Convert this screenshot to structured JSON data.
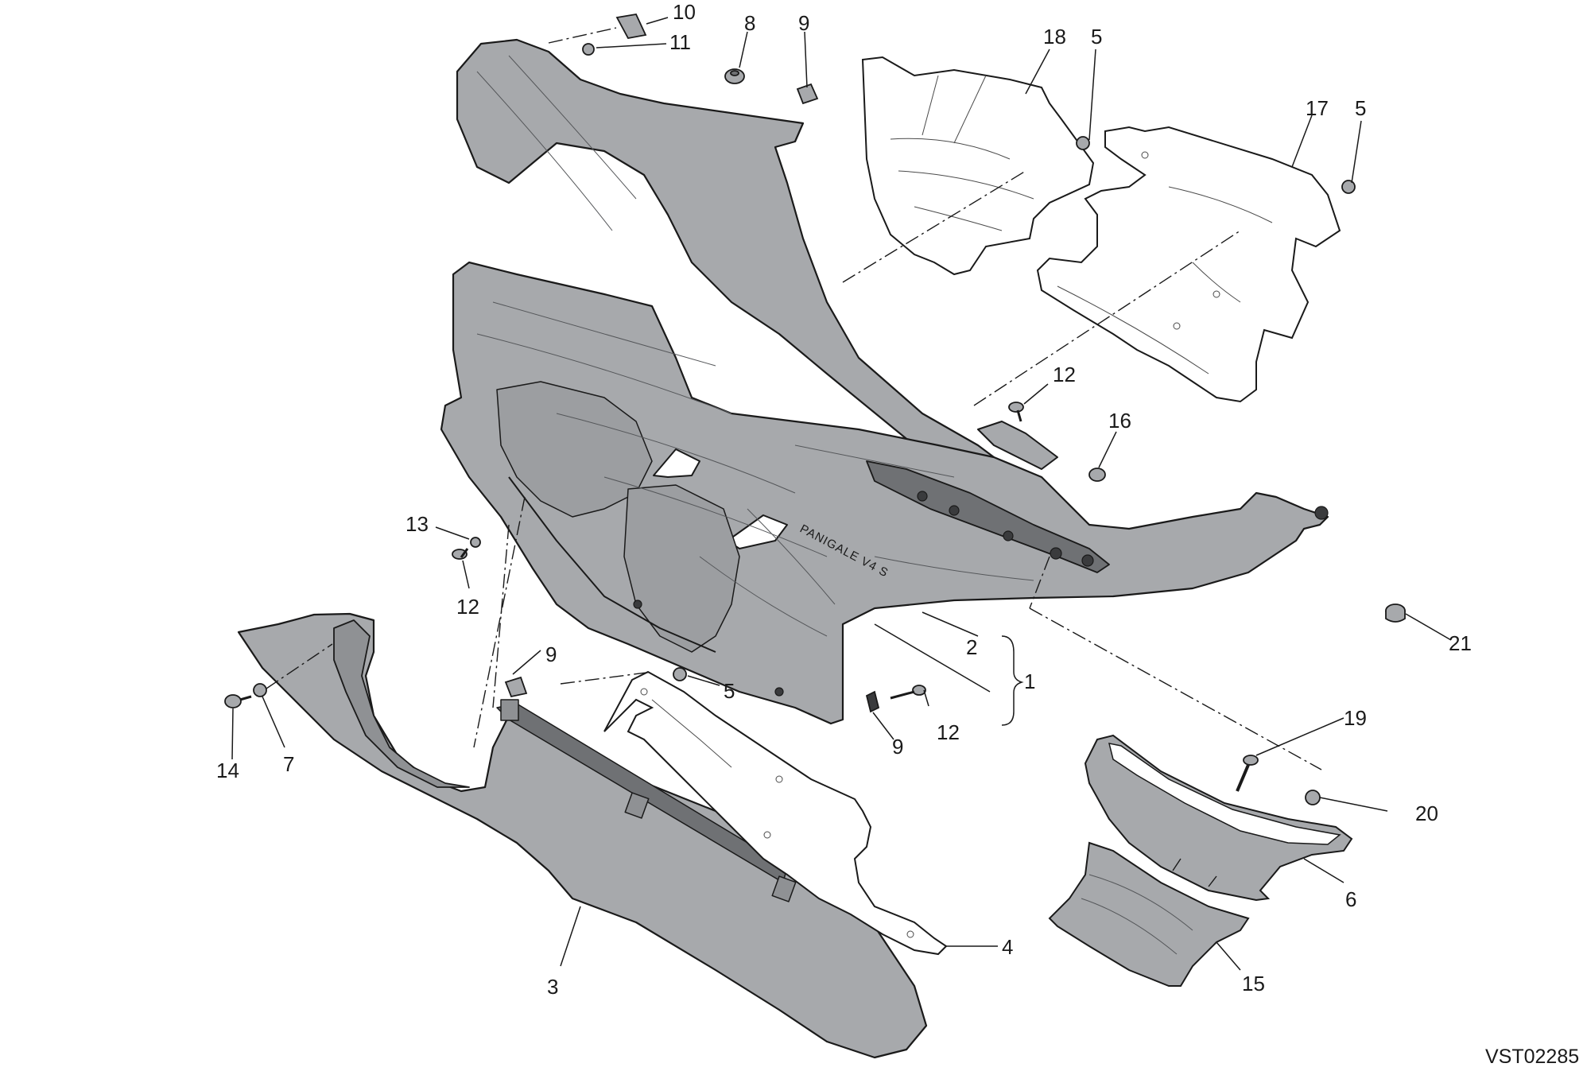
{
  "diagram": {
    "code": "VST02285",
    "colors": {
      "fairing_fill": "#a7a9ac",
      "fairing_shade": "#8f9194",
      "part_outline": "#1a1a1a",
      "light_part_fill": "#ffffff",
      "line": "#1a1a1a"
    },
    "callouts": [
      {
        "id": "c10",
        "text": "10"
      },
      {
        "id": "c11",
        "text": "11"
      },
      {
        "id": "c8",
        "text": "8"
      },
      {
        "id": "c9a",
        "text": "9"
      },
      {
        "id": "c18",
        "text": "18"
      },
      {
        "id": "c5a",
        "text": "5"
      },
      {
        "id": "c17",
        "text": "17"
      },
      {
        "id": "c5b",
        "text": "5"
      },
      {
        "id": "c12a",
        "text": "12"
      },
      {
        "id": "c16",
        "text": "16"
      },
      {
        "id": "c13",
        "text": "13"
      },
      {
        "id": "c12b",
        "text": "12"
      },
      {
        "id": "c21",
        "text": "21"
      },
      {
        "id": "c2",
        "text": "2"
      },
      {
        "id": "c1",
        "text": "1"
      },
      {
        "id": "c9b",
        "text": "9"
      },
      {
        "id": "c5c",
        "text": "5"
      },
      {
        "id": "c9c",
        "text": "9"
      },
      {
        "id": "c12c",
        "text": "12"
      },
      {
        "id": "c19",
        "text": "19"
      },
      {
        "id": "c20",
        "text": "20"
      },
      {
        "id": "c14",
        "text": "14"
      },
      {
        "id": "c7",
        "text": "7"
      },
      {
        "id": "c6",
        "text": "6"
      },
      {
        "id": "c4",
        "text": "4"
      },
      {
        "id": "c3",
        "text": "3"
      },
      {
        "id": "c15",
        "text": "15"
      }
    ]
  }
}
